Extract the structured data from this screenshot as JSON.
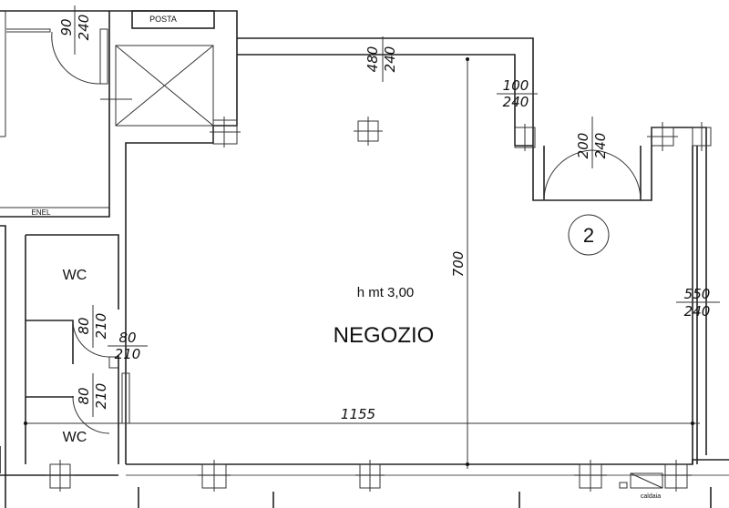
{
  "labels": {
    "posta": "POSTA",
    "enel": "ENEL",
    "caldaia": "caldaia",
    "room_name": "NEGOZIO",
    "height": "h mt 3,00",
    "wc_upper": "WC",
    "wc_lower": "WC",
    "unit_number": "2"
  },
  "dimensions": {
    "door_top_left": {
      "width": "90",
      "height": "240"
    },
    "window_top": {
      "width": "480",
      "height": "240"
    },
    "window_right_top": {
      "width": "100",
      "height": "240"
    },
    "entrance_door": {
      "width": "200",
      "height": "240"
    },
    "window_right": {
      "width": "550",
      "height": "240"
    },
    "wc_door_upper": {
      "width": "80",
      "height": "210"
    },
    "shop_door_left": {
      "width": "80",
      "height": "210"
    },
    "wc_door_lower": {
      "width": "80",
      "height": "210"
    },
    "total_width": "1155",
    "total_depth": "700"
  }
}
